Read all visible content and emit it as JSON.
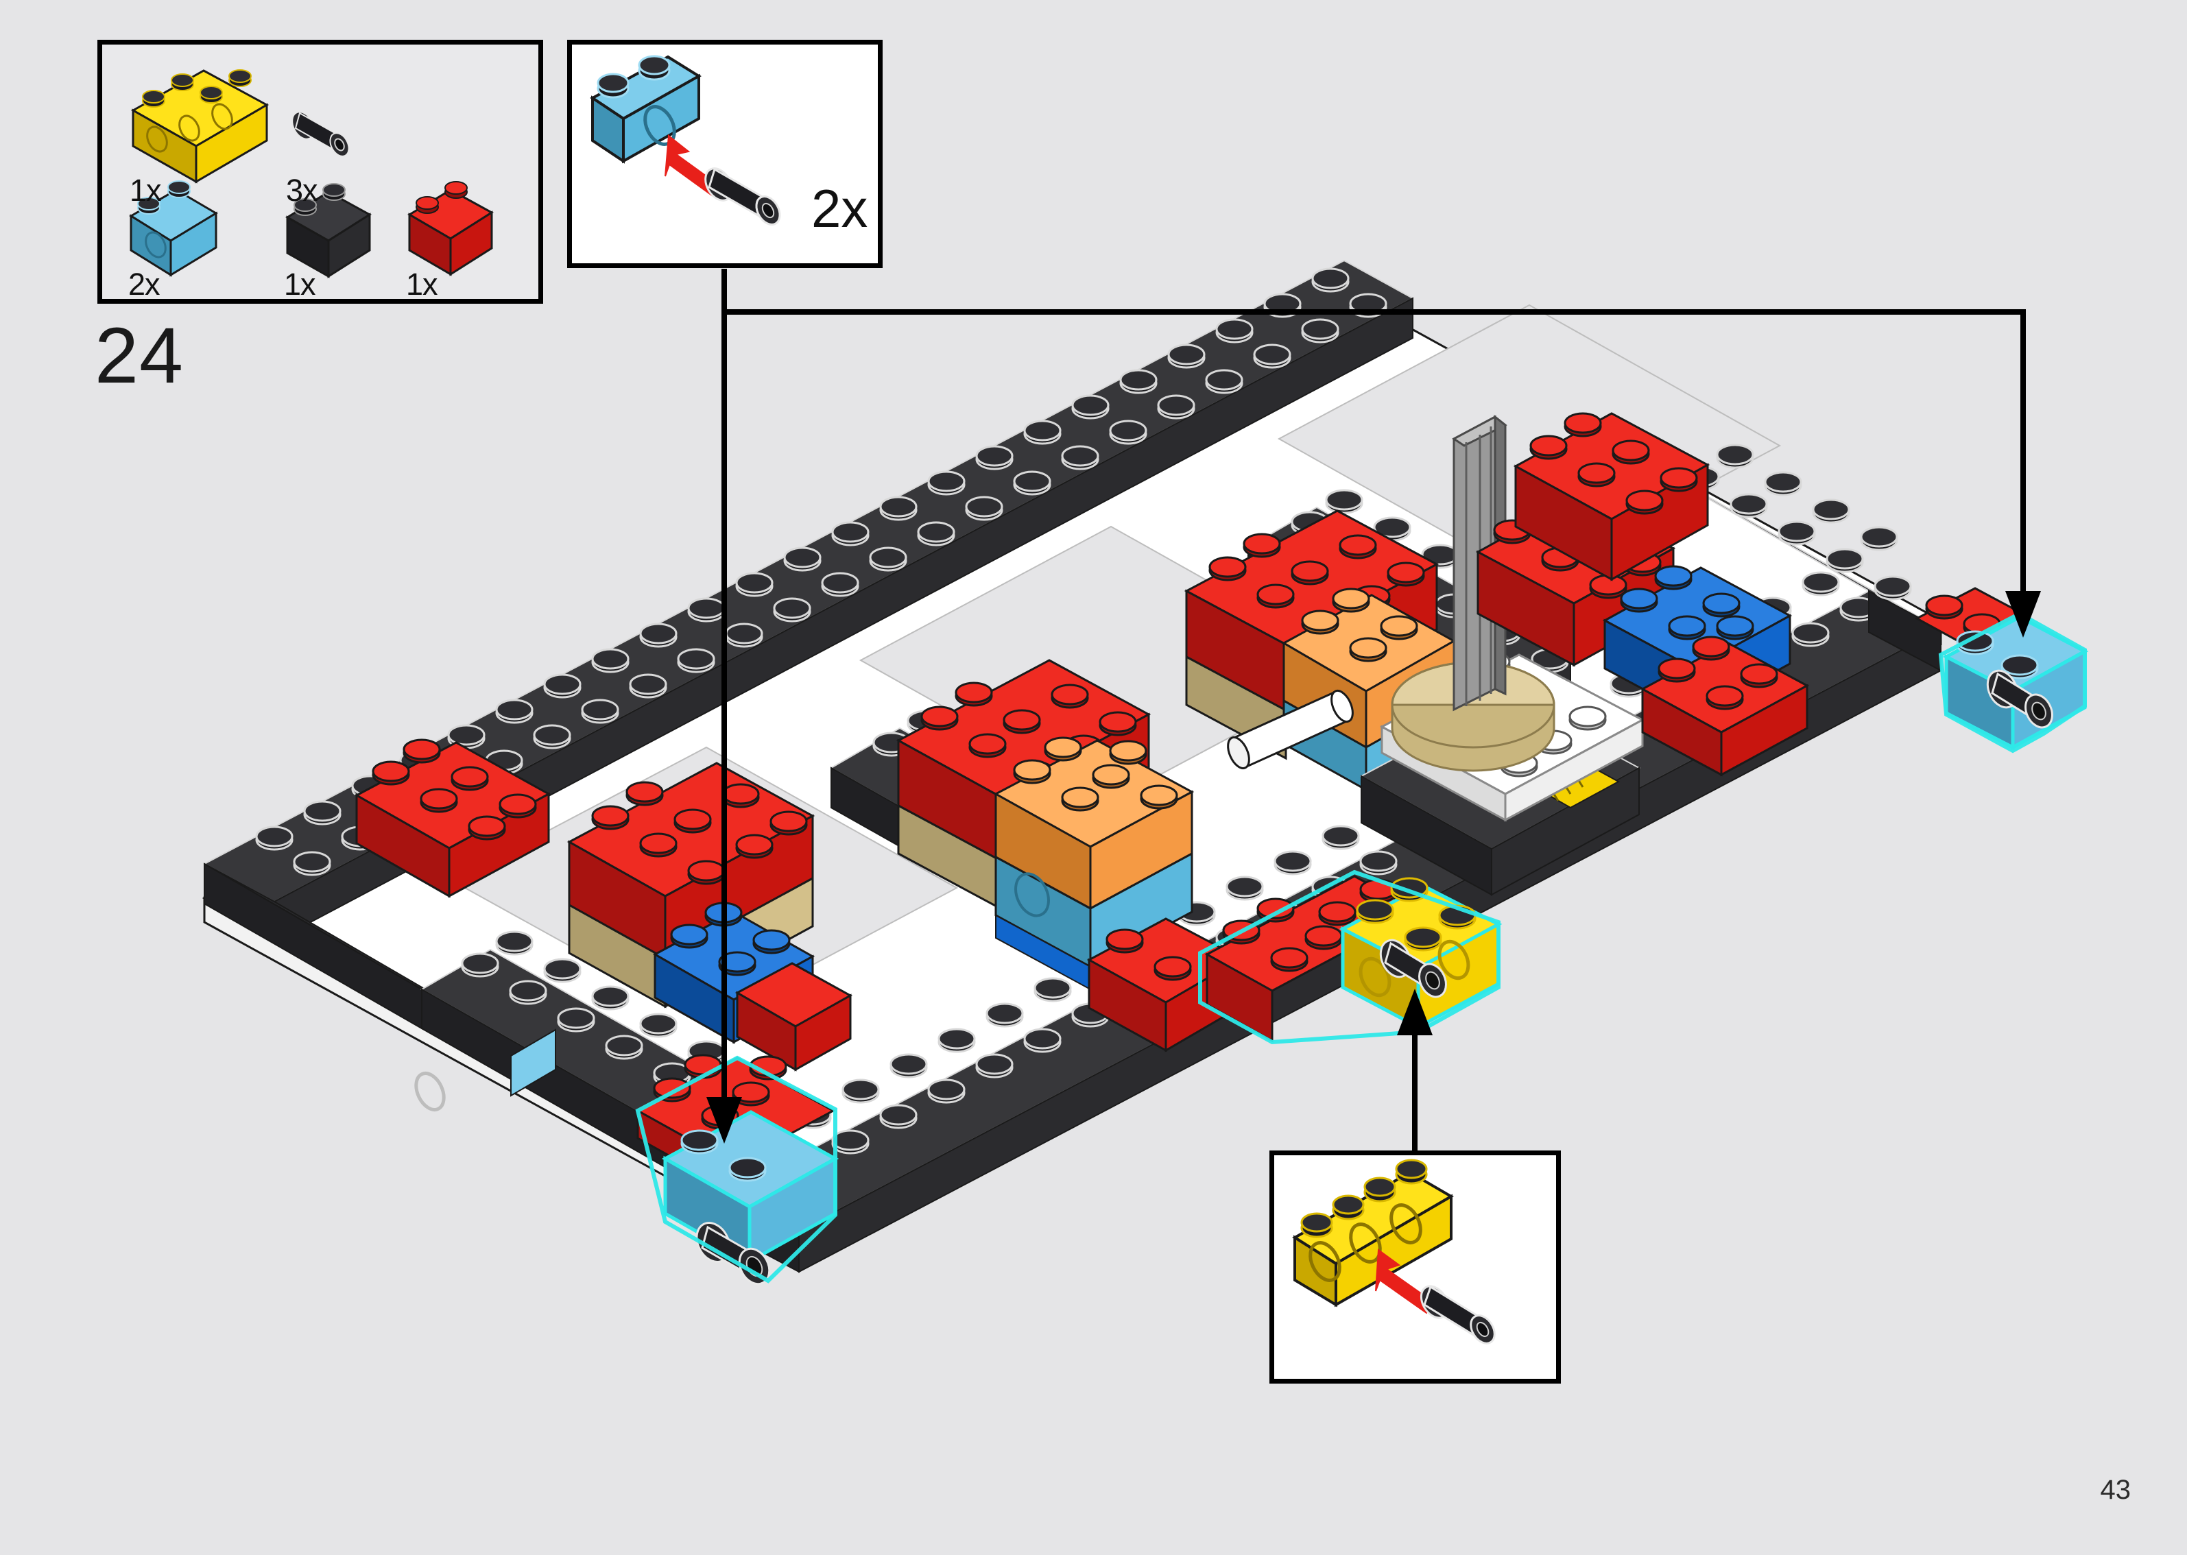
{
  "page": {
    "page_number": "43",
    "step_number": "24",
    "background_color": "#e5e5e7"
  },
  "parts_inventory": {
    "name": "parts-inventory-box",
    "items": [
      {
        "id": "yellow-technic-brick-1x4",
        "quantity": "1x",
        "color": "#f5d100",
        "shape": "technic-brick-1x4-holes"
      },
      {
        "id": "black-technic-pin",
        "quantity": "3x",
        "color": "#1b1b1b",
        "shape": "technic-pin"
      },
      {
        "id": "blue-technic-brick-1x2",
        "quantity": "2x",
        "color": "#5bb8dd",
        "shape": "technic-brick-1x2-hole"
      },
      {
        "id": "black-brick-1x2",
        "quantity": "1x",
        "color": "#2b2b2b",
        "shape": "brick-1x2"
      },
      {
        "id": "red-brick-1x2",
        "quantity": "1x",
        "color": "#e01b16",
        "shape": "brick-1x2"
      }
    ]
  },
  "callouts": [
    {
      "id": "callout-top",
      "quantity": "2x",
      "brick": {
        "id": "blue-technic-brick-1x2",
        "color": "#5bb8dd"
      },
      "inserted_part": {
        "id": "black-technic-pin",
        "color": "#1b1b1b"
      },
      "arrow_color": "#e8201a"
    },
    {
      "id": "callout-bottom",
      "quantity": "",
      "brick": {
        "id": "yellow-technic-brick-1x4",
        "color": "#f5d100"
      },
      "inserted_part": {
        "id": "black-technic-pin",
        "color": "#1b1b1b"
      },
      "arrow_color": "#e8201a"
    }
  ],
  "model": {
    "name": "lego-chassis-assembly",
    "view": "isometric",
    "highlight_color": "#2ee8e8",
    "colors": {
      "dark_grey": "#2b2b2e",
      "dark_grey_top": "#37373a",
      "dark_grey_side": "#202023",
      "red": "#e01b16",
      "red_top": "#ef2b22",
      "red_side": "#a81310",
      "blue": "#1166cc",
      "blue_top": "#2a7fe0",
      "blue_side": "#0b4b99",
      "light_blue": "#5bb8dd",
      "light_blue_top": "#7ecdec",
      "light_blue_side": "#3f93b5",
      "yellow": "#f5d100",
      "yellow_top": "#ffe21a",
      "yellow_side": "#c9a800",
      "orange": "#f59a44",
      "orange_top": "#ffb163",
      "orange_side": "#cc7a28",
      "tan": "#d3c08a",
      "tan_top": "#e2d1a2",
      "tan_side": "#ae9d6c",
      "white": "#ffffff",
      "white_top": "#ffffff",
      "white_side": "#dcdcdc",
      "stud_outline": "#d8d8d8",
      "axle_grey": "#8a8a8a"
    },
    "highlighted_parts": [
      {
        "id": "blue-technic-brick-left",
        "note": "highlighted-blue-brick-with-pin"
      },
      {
        "id": "yellow-technic-brick-center",
        "note": "highlighted-yellow-brick-with-pin"
      },
      {
        "id": "blue-technic-brick-right",
        "note": "highlighted-blue-brick-with-pin"
      }
    ]
  },
  "leader_lines": [
    {
      "id": "leader-top-callout-to-left-brick",
      "from": "callout-top",
      "to": "blue-technic-brick-left"
    },
    {
      "id": "leader-top-callout-to-right-brick",
      "from": "callout-top",
      "to": "blue-technic-brick-right"
    },
    {
      "id": "leader-bottom-callout-to-yellow-brick",
      "from": "callout-bottom",
      "to": "yellow-technic-brick-center"
    }
  ]
}
